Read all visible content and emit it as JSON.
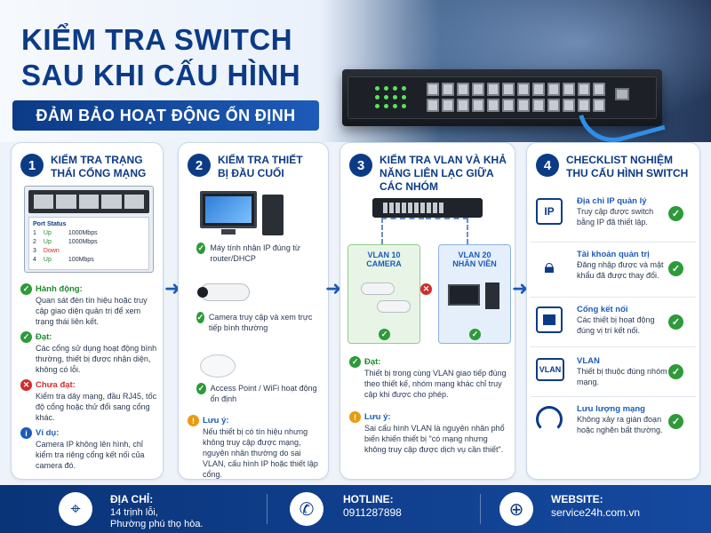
{
  "header": {
    "title_line1": "KIỂM TRA SWITCH",
    "title_line2": "SAU KHI CẤU HÌNH",
    "banner": "ĐẢM BẢO HOẠT ĐỘNG ỔN ĐỊNH"
  },
  "card1": {
    "num": "1",
    "title": "KIỂM TRA TRẠNG THÁI CỔNG MẠNG",
    "port_status_title": "Port Status",
    "ports": [
      {
        "id": "1",
        "state": "Up",
        "speed": "1000Mbps"
      },
      {
        "id": "2",
        "state": "Up",
        "speed": "1000Mbps"
      },
      {
        "id": "3",
        "state": "Down",
        "speed": ""
      },
      {
        "id": "4",
        "state": "Up",
        "speed": "100Mbps"
      }
    ],
    "action_label": "Hành động:",
    "action_text": "Quan sát đèn tín hiệu hoặc truy cập giao diện quản trị để xem trạng thái liên kết.",
    "pass_label": "Đạt:",
    "pass_text": "Các cổng sử dụng hoạt động bình thường, thiết bị được nhận diện, không có lỗi.",
    "fail_label": "Chưa đạt:",
    "fail_text": "Kiểm tra dây mạng, đầu RJ45, tốc độ cổng hoặc thử đổi sang cổng khác.",
    "example_label": "Ví dụ:",
    "example_text": "Camera IP không lên hình, chỉ kiểm tra riêng cổng kết nối của camera đó."
  },
  "card2": {
    "num": "2",
    "title": "KIỂM TRA THIẾT BỊ ĐẦU CUỐI",
    "item1": "Máy tính nhận IP đúng từ router/DHCP",
    "item2": "Camera truy cập và xem trực tiếp bình thường",
    "item3": "Access Point / WiFi hoạt động ổn định",
    "note_label": "Lưu ý:",
    "note_text": "Nếu thiết bị có tín hiệu nhưng không truy cập được mạng, nguyên nhân thường do sai VLAN, cấu hình IP hoặc thiết lập cổng."
  },
  "card3": {
    "num": "3",
    "title": "KIỂM TRA VLAN VÀ KHẢ NĂNG LIÊN LẠC GIỮA CÁC NHÓM",
    "vlan10_name": "VLAN 10",
    "vlan10_desc": "CAMERA",
    "vlan20_name": "VLAN 20",
    "vlan20_desc": "NHÂN VIÊN",
    "pass_label": "Đạt:",
    "pass_text": "Thiết bị trong cùng VLAN giao tiếp đúng theo thiết kế, nhóm mạng khác chỉ truy cập khi được cho phép.",
    "note_label": "Lưu ý:",
    "note_text": "Sai cấu hình VLAN là nguyên nhân phổ biến khiến thiết bị \"có mạng nhưng không truy cập được dịch vụ cần thiết\"."
  },
  "card4": {
    "num": "4",
    "title": "CHECKLIST NGHIỆM THU CẤU HÌNH SWITCH",
    "items": [
      {
        "title": "Địa chỉ IP quản lý",
        "text": "Truy cập được switch bằng IP đã thiết lập.",
        "icon": "IP"
      },
      {
        "title": "Tài khoản quản trị",
        "text": "Đăng nhập được và mật khẩu đã được thay đổi.",
        "icon": "lock"
      },
      {
        "title": "Cổng kết nối",
        "text": "Các thiết bị hoạt động đúng vị trí kết nối.",
        "icon": "port"
      },
      {
        "title": "VLAN",
        "text": "Thiết bị thuộc đúng nhóm mạng.",
        "icon": "VLAN"
      },
      {
        "title": "Lưu lượng mạng",
        "text": "Không xảy ra gián đoạn hoặc nghẽn bất thường.",
        "icon": "gauge"
      }
    ]
  },
  "footer": {
    "address_label": "ĐỊA CHỈ:",
    "address_line1": "14 trịnh lỗi,",
    "address_line2": "Phường phú thọ hòa.",
    "hotline_label": "HOTLINE:",
    "hotline": "0911287898",
    "website_label": "WEBSITE:",
    "website": "service24h.com.vn"
  }
}
